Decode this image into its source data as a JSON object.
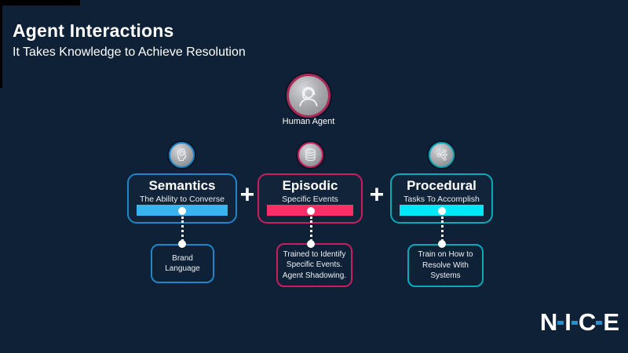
{
  "slide": {
    "title": "Agent Interactions",
    "subtitle": "It Takes Knowledge to Achieve Resolution",
    "background_color": "#0e2137"
  },
  "human_agent": {
    "label": "Human Agent",
    "icon": "agent-headset-icon",
    "ring_color": "#ac2a56"
  },
  "plus": {
    "symbol": "+"
  },
  "columns": [
    {
      "id": "semantics",
      "icon": "head-brain-icon",
      "title": "Semantics",
      "subtitle": "The Ability to Converse",
      "note": "Brand\nLanguage",
      "accent": "#1e86c9",
      "bar_color": "#38b5ee"
    },
    {
      "id": "episodic",
      "icon": "database-icon",
      "title": "Episodic",
      "subtitle": "Specific Events",
      "note": "Trained to Identify\nSpecific Events.\nAgent Shadowing.",
      "accent": "#c81e5f",
      "bar_color": "#fb2f67"
    },
    {
      "id": "procedural",
      "icon": "share-network-icon",
      "title": "Procedural",
      "subtitle": "Tasks To Accomplish",
      "note": "Train on How to\nResolve With\nSystems",
      "accent": "#0aa9b8",
      "bar_color": "#00e8f8"
    }
  ],
  "logo": {
    "name": "NICE",
    "letters": [
      "N",
      "I",
      "C",
      "E"
    ],
    "dash_color": "#2591d3"
  }
}
